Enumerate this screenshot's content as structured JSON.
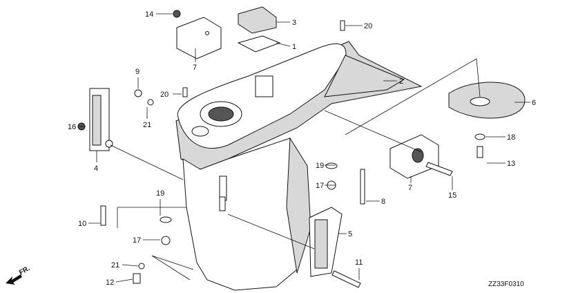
{
  "diagram": {
    "code": "ZZ33F0310",
    "direction_label": "FR.",
    "callouts": [
      "14",
      "3",
      "20",
      "1",
      "7",
      "2",
      "9",
      "20",
      "6",
      "16",
      "21",
      "18",
      "4",
      "19",
      "13",
      "17",
      "7",
      "8",
      "15",
      "19",
      "10",
      "5",
      "17",
      "21",
      "11",
      "12"
    ]
  }
}
